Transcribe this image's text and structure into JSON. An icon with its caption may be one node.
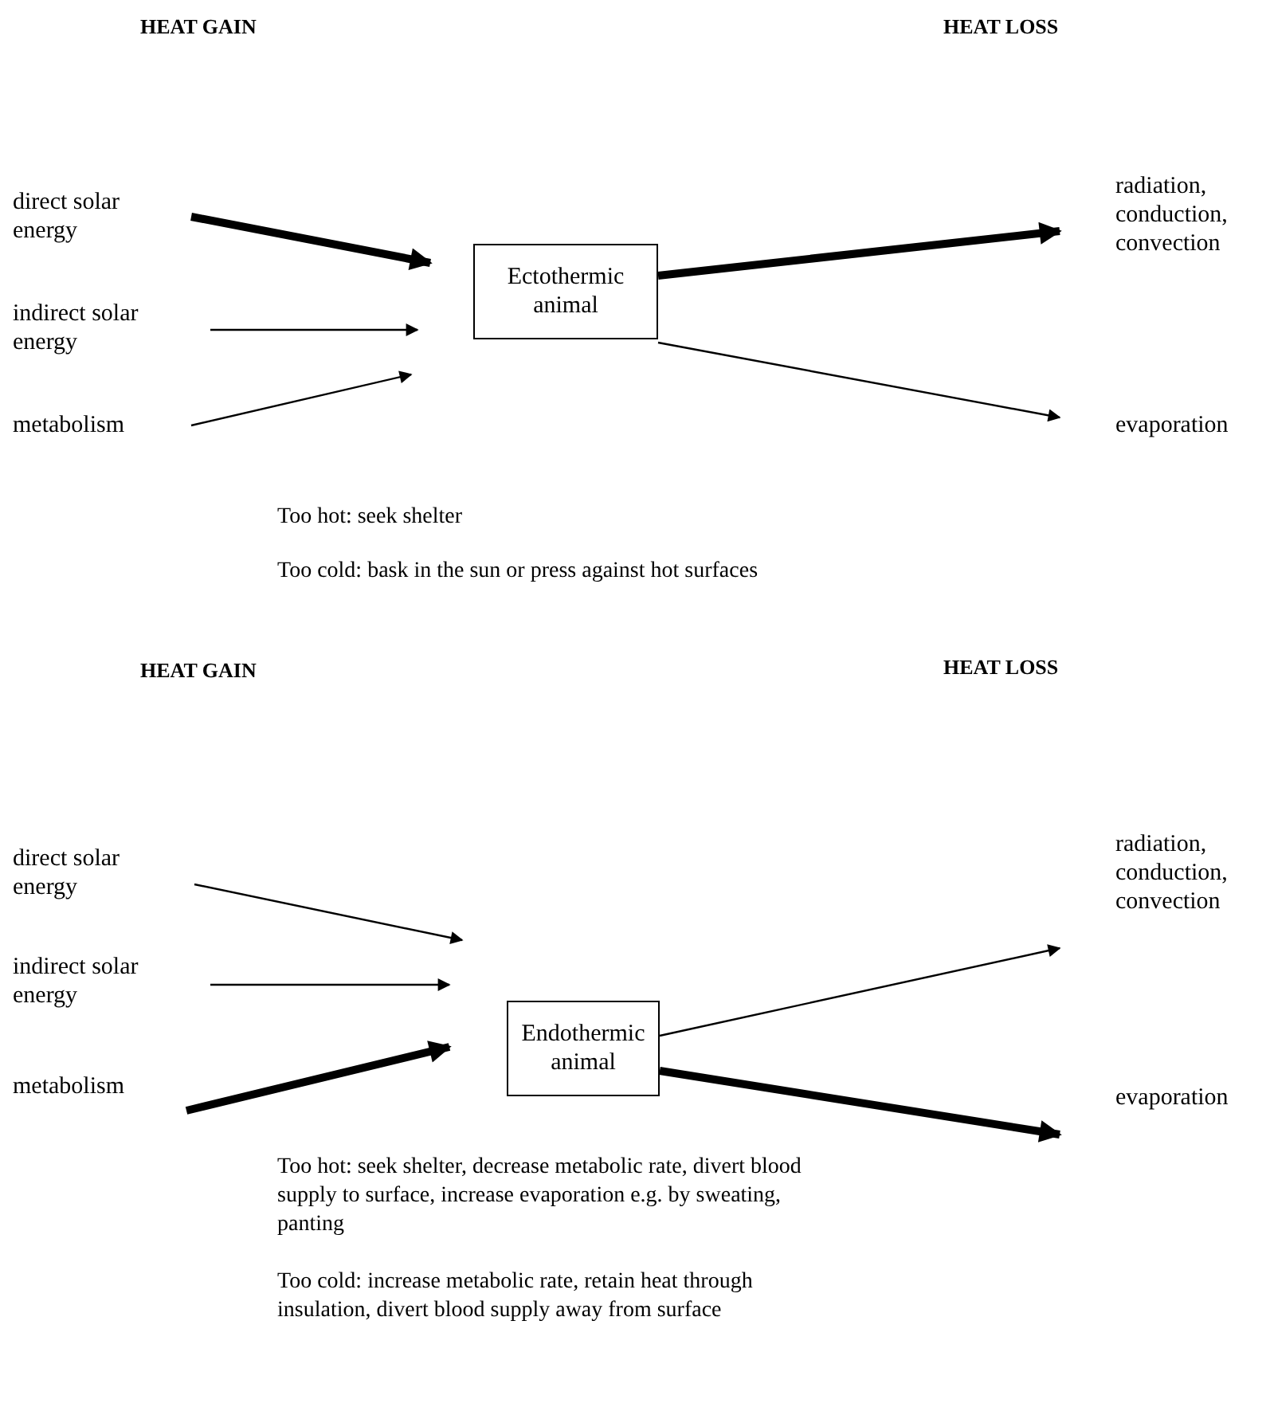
{
  "diagram": {
    "nodes": [
      {
        "text": [
          "direct solar energy"
        ]
      },
      {
        "text": [
          "indirect solar energy"
        ]
      },
      {
        "text": [
          "metabolism"
        ]
      },
      {
        "text": [
          "Ectothermic animal"
        ]
      },
      {
        "text": [
          "radiation, conduction, convection"
        ]
      },
      {
        "text": [
          "evaporation"
        ]
      },
      {
        "text": [
          "direct solar energy"
        ]
      },
      {
        "text": [
          "indirect solar energy"
        ]
      },
      {
        "text": [
          "metabolism"
        ]
      },
      {
        "text": [
          "Endothermic animal"
        ]
      },
      {
        "text": [
          "radiation, conduction, convection"
        ]
      },
      {
        "text": [
          "evaporation"
        ]
      }
    ],
    "edges": [
      {
        "from": 0,
        "to": 3,
        "arrow": "to",
        "style": "thick"
      },
      {
        "from": 1,
        "to": 3,
        "arrow": "to"
      },
      {
        "from": 2,
        "to": 3,
        "arrow": "to"
      },
      {
        "from": 3,
        "to": 4,
        "arrow": "to",
        "style": "thick"
      },
      {
        "from": 3,
        "to": 5,
        "arrow": "to"
      },
      {
        "from": 6,
        "to": 9,
        "arrow": "to"
      },
      {
        "from": 7,
        "to": 9,
        "arrow": "to"
      },
      {
        "from": 8,
        "to": 9,
        "arrow": "to",
        "style": "thick"
      },
      {
        "from": 9,
        "to": 10,
        "arrow": "to"
      },
      {
        "from": 9,
        "to": 11,
        "arrow": "to",
        "style": "thick"
      }
    ],
    "labels": [
      "HEAT GAIN",
      "HEAT LOSS",
      "Too hot: seek shelter",
      "Too cold: bask in the sun or press against hot surfaces",
      "HEAT GAIN",
      "HEAT LOSS",
      "Too hot: seek shelter, decrease metabolic rate, divert blood supply to surface, increase evaporation e.g. by sweating, panting",
      "Too cold: increase metabolic rate, retain heat through insulation, divert blood supply away from surface"
    ]
  }
}
